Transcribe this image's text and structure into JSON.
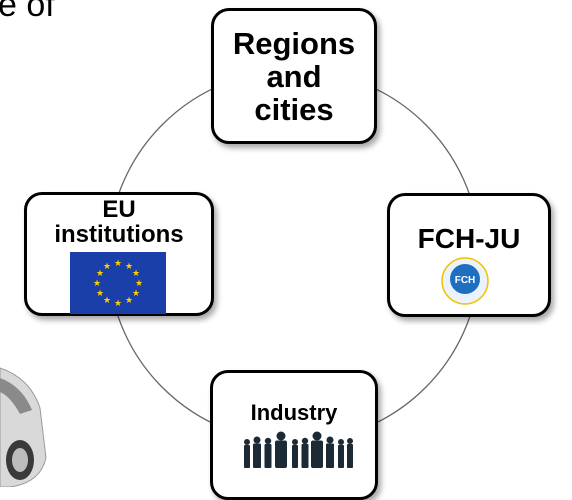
{
  "header_partial": "e of",
  "nodes": {
    "regions": {
      "label_line1": "Regions",
      "label_line2": "and",
      "label_line3": "cities"
    },
    "eu": {
      "label_line1": "EU",
      "label_line2": "institutions",
      "image": "eu-flag"
    },
    "fch": {
      "label": "FCH-JU",
      "logo_text": "FCH",
      "image": "fch-ju-logo"
    },
    "industry": {
      "label": "Industry",
      "image": "business-people-silhouettes"
    }
  },
  "colors": {
    "eu_blue": "#1a3fa8",
    "eu_star": "#ffcc00",
    "fch_blue": "#1e6fc0",
    "cycle": "#666666"
  }
}
